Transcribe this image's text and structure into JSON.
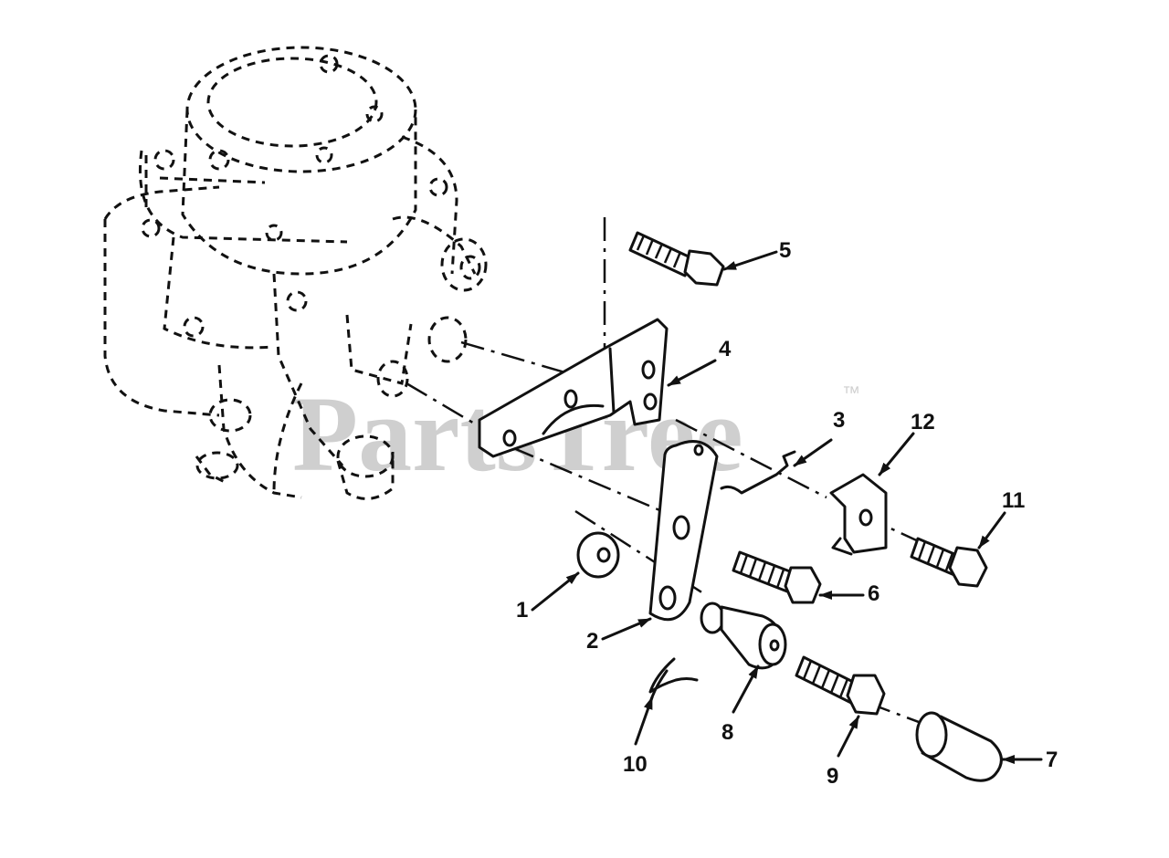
{
  "watermark": {
    "text": "PartsTree",
    "trademark": "™"
  },
  "callouts": [
    "1",
    "2",
    "3",
    "4",
    "5",
    "6",
    "7",
    "8",
    "9",
    "10",
    "11",
    "12"
  ]
}
